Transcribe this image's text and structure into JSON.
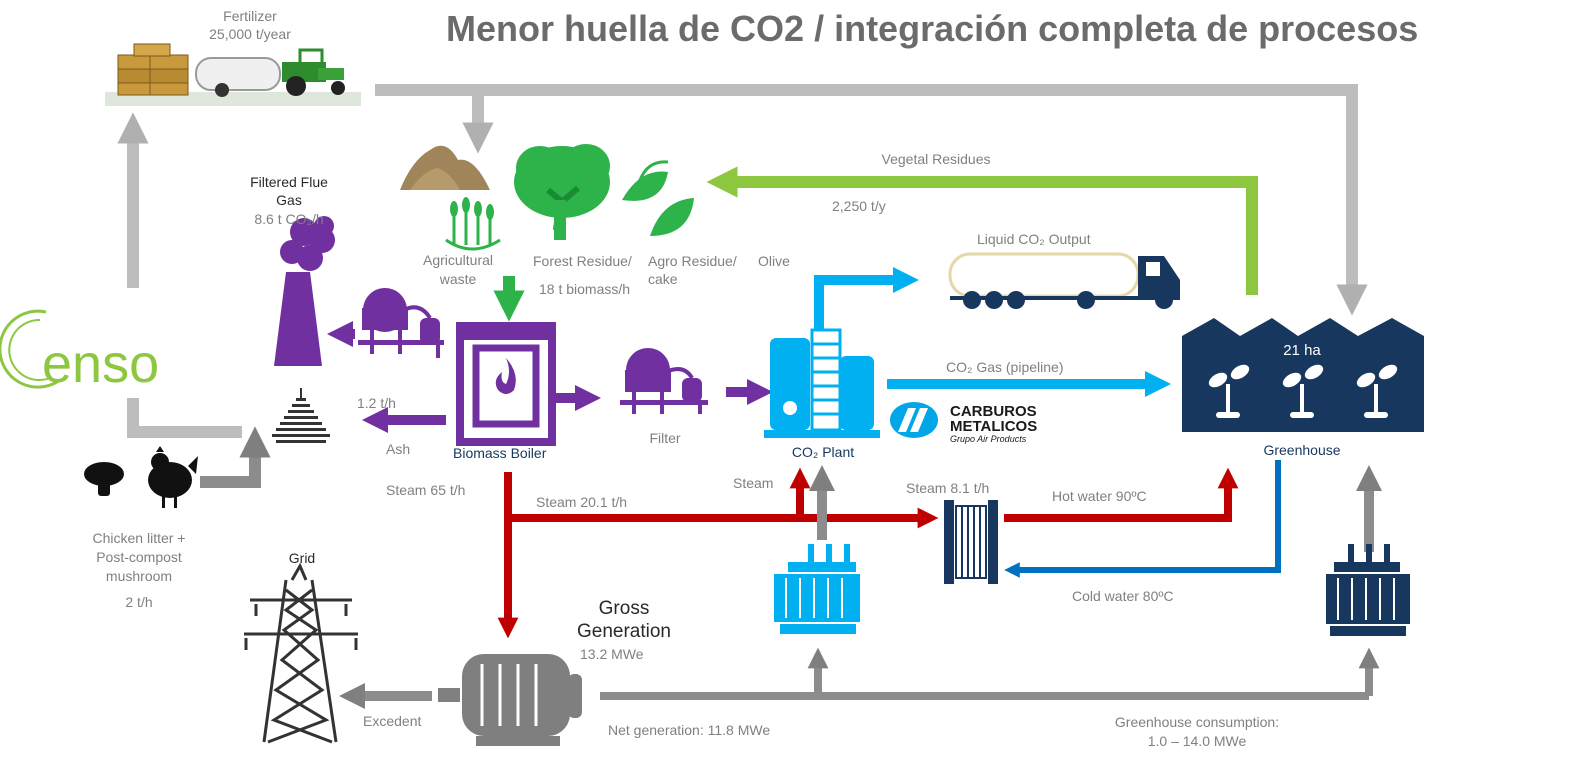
{
  "title": "Menor huella de CO2 / integración completa de procesos",
  "logos": {
    "enso": "enso",
    "carburos_line1": "CARBUROS",
    "carburos_line2": "METALICOS",
    "carburos_line3": "Grupo Air Products"
  },
  "nodes": {
    "fertilizer": {
      "label": "Fertilizer",
      "value": "25,000 t/year"
    },
    "flue_gas": {
      "label_line1": "Filtered Flue",
      "label_line2": "Gas",
      "value": "8.6 t CO₂/h"
    },
    "agricultural": {
      "label_line1": "Agricultural",
      "label_line2": "waste"
    },
    "forest": {
      "label_a": "Forest Residue/",
      "label_b": "Agro Residue/",
      "label_c": "Olive",
      "label_d": "cake",
      "value": "18 t biomass/h"
    },
    "boiler": {
      "label": "Biomass Boiler"
    },
    "filter": {
      "label": "Filter"
    },
    "co2_plant": {
      "label": "CO₂ Plant"
    },
    "greenhouse": {
      "label": "Greenhouse",
      "area": "21 ha"
    },
    "chicken": {
      "label_line1": "Chicken litter +",
      "label_line2": "Post-compost",
      "label_line3": "mushroom",
      "value": "2 t/h"
    },
    "grid": {
      "label": "Grid"
    },
    "generation": {
      "label_line1": "Gross",
      "label_line2": "Generation",
      "value": "13.2 MWe"
    }
  },
  "flows": {
    "vegetal": {
      "label": "Vegetal Residues",
      "value": "2,250 t/y"
    },
    "liquid_co2": {
      "label": "Liquid CO₂ Output"
    },
    "co2_gas": {
      "label": "CO₂ Gas (pipeline)"
    },
    "ash": {
      "label": "Ash",
      "value": "1.2 t/h"
    },
    "steam_main": {
      "label": "Steam 65 t/h"
    },
    "steam_20": {
      "label": "Steam 20.1 t/h"
    },
    "steam": {
      "label": "Steam"
    },
    "steam_8": {
      "label": "Steam 8.1 t/h"
    },
    "hot_water": {
      "label": "Hot water 90ºC"
    },
    "cold_water": {
      "label": "Cold water 80ºC"
    },
    "excedent": {
      "label": "Excedent"
    },
    "net_generation": {
      "label": "Net generation: 11.8 MWe"
    },
    "greenhouse_consumption": {
      "label_line1": "Greenhouse consumption:",
      "label_line2": "1.0 – 14.0 MWe"
    }
  },
  "colors": {
    "title": "#6b6b6b",
    "label": "#808080",
    "purple": "#7030a0",
    "green": "#2db34a",
    "light_green": "#8dc63f",
    "sky_blue": "#00b0f0",
    "navy": "#17375e",
    "red": "#c00000",
    "gray": "#a6a6a6",
    "dark_gray": "#7f7f7f",
    "water_blue": "#0070c0"
  }
}
